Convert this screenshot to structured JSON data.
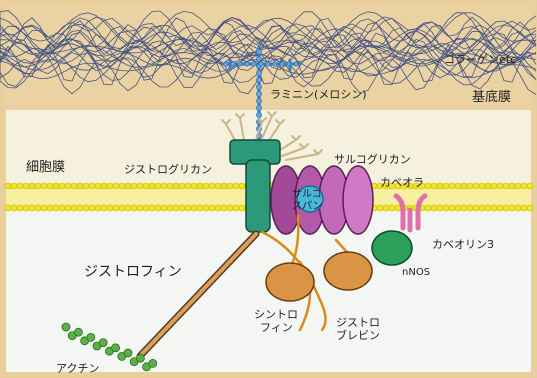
{
  "labels": {
    "collagen": "コラーゲンetc",
    "laminin": "ラミニン(メロシン)",
    "basement_membrane": "基底膜",
    "cell_membrane": "細胞膜",
    "dystroglycan": "ジストログリカン",
    "sarcoglycan": "サルコグリカン",
    "sarcospan_1": "サルコ",
    "sarcospan_2": "スパン",
    "caveolae": "カベオラ",
    "caveolin": "カベオリン3",
    "nnos": "nNOS",
    "dystrophin": "ジストロフィン",
    "syntrophin_1": "シントロ",
    "syntrophin_2": "フィン",
    "dystrobrevin_1": "ジストロ",
    "dystrobrevin_2": "ブレビン",
    "actin": "アクチン"
  },
  "colors": {
    "parchment": "#e9cf9c",
    "cell_interior": "#f3f6f2",
    "membrane": "#f0e62a",
    "laminin": "#3a7ec8",
    "dystroglycan": "#2c9a78",
    "sarcoglycan": "#b25aa8",
    "sarcospan": "#49b6dc",
    "caveolin": "#e070a8",
    "nnos": "#2aa05a",
    "syntrophin": "#d99545",
    "dystrophin": "#d9a060",
    "actin": "#5cb04a",
    "sugar": "#c9b58a"
  }
}
